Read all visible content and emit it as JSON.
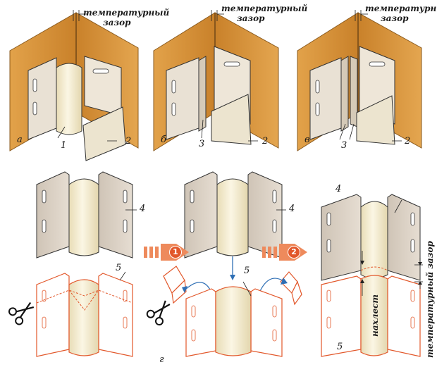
{
  "labels": {
    "gap": "температурный зазор",
    "gap_line1": "температурный",
    "gap_line2": "зазор",
    "overlap": "нахлест",
    "panel_a": "а",
    "panel_b": "б",
    "panel_v": "в",
    "panel_g": "г",
    "n1": "1",
    "n2": "2",
    "n3": "3",
    "n4": "4",
    "n5": "5",
    "step1": "1",
    "step2": "2"
  },
  "colors": {
    "wall": "#d9973a",
    "wall_dark": "#c9812a",
    "gray_profile": "#d9cfc3",
    "cream": "#f6eed2",
    "orange_line": "#e2572a",
    "arrow": "#ee8a5c"
  },
  "icons": [
    "scissors-icon",
    "scissors-icon"
  ]
}
